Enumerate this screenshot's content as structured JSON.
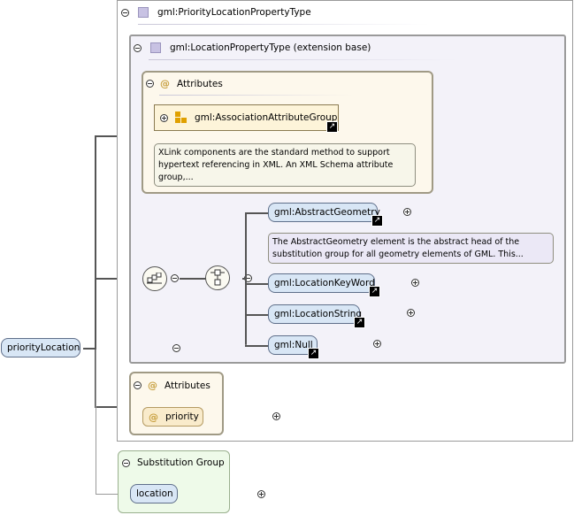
{
  "root": {
    "name": "priorityLocation"
  },
  "complex_type": {
    "label": "gml:PriorityLocationPropertyType"
  },
  "extension_base": {
    "label": "gml:LocationPropertyType (extension base)"
  },
  "inner_attributes": {
    "title": "Attributes",
    "group": {
      "label": "gml:AssociationAttributeGroup"
    },
    "doc": "XLink components are the standard method to support hypertext referencing in XML. An XML Schema attribute group,..."
  },
  "choice_elements": [
    {
      "label": "gml:AbstractGeometry",
      "doc": "The AbstractGeometry element is the abstract head of the substitution group for all geometry elements of GML. This..."
    },
    {
      "label": "gml:LocationKeyWord"
    },
    {
      "label": "gml:LocationString"
    },
    {
      "label": "gml:Null"
    }
  ],
  "outer_attributes": {
    "title": "Attributes",
    "item": "priority",
    "at_symbol": "@"
  },
  "substitution_group": {
    "title": "Substitution Group",
    "item": "location"
  },
  "icons": {
    "type_square": "type-square-icon",
    "attribute_at": "at-icon",
    "attribute_group": "attribute-group-icon",
    "shortcut": "shortcut-arrow-icon",
    "sequence": "sequence-compositor-icon",
    "choice": "choice-compositor-icon"
  },
  "colors": {
    "element_fill": "#d8e6f5",
    "attribute_fill": "#fdf8ec",
    "substitution_fill": "#eefae9",
    "base_fill": "#f3f2f9"
  }
}
